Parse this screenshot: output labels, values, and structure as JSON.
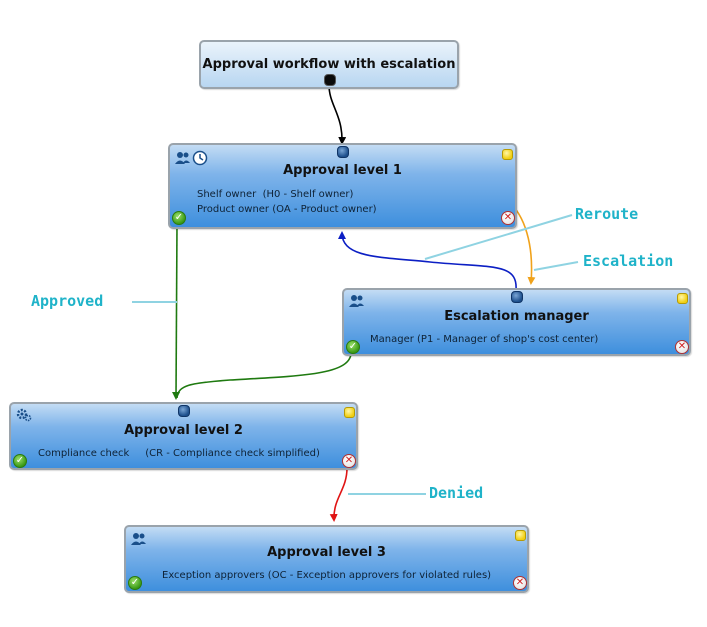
{
  "start_node": {
    "title": "Approval workflow with escalation"
  },
  "nodes": {
    "level1": {
      "title": "Approval level 1",
      "lines": [
        {
          "prefix": "Shelf owner  ",
          "detail": "(H0 - Shelf owner)"
        },
        {
          "prefix": "Product owner ",
          "detail": "(OA - Product owner)"
        }
      ]
    },
    "escalation": {
      "title": "Escalation manager",
      "lines": [
        {
          "prefix": "Manager ",
          "detail": "(P1 - Manager of shop's cost center)"
        }
      ]
    },
    "level2": {
      "title": "Approval level 2",
      "lines": [
        {
          "prefix": "Compliance check     ",
          "detail": "(CR - Compliance check simplified)"
        }
      ]
    },
    "level3": {
      "title": "Approval level 3",
      "lines": [
        {
          "prefix": "Exception approvers ",
          "detail": "(OC - Exception approvers for violated rules)"
        }
      ]
    }
  },
  "edge_labels": {
    "reroute": "Reroute",
    "escalation": "Escalation",
    "approved": "Approved",
    "denied": "Denied"
  },
  "colors": {
    "start_edge": "#000000",
    "approved_edge": "#1f7a10",
    "escalation_edge": "#f0a21b",
    "reroute_edge": "#0c1fc4",
    "denied_edge": "#e01414",
    "label_pointer": "#8fd3e2",
    "label_text": "#1fb3c9"
  },
  "icons": {
    "ok": "green-check-icon",
    "error": "red-x-icon",
    "status": "yellow-status-icon",
    "port": "blue-port-icon",
    "users": "users-icon",
    "clock": "clock-icon",
    "gear": "gear-icon"
  }
}
